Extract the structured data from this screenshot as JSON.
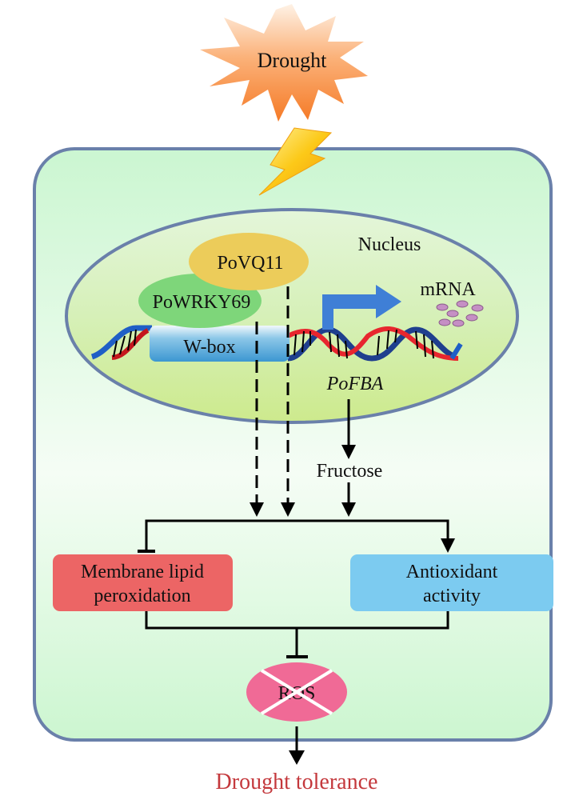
{
  "stimulus": {
    "label": "Drought"
  },
  "cell": {
    "nucleus_label": "Nucleus",
    "proteins": {
      "vq": "PoVQ11",
      "wrky": "PoWRKY69"
    },
    "promoter_element": "W-box",
    "gene": "PoFBA",
    "transcript": "mRNA",
    "metabolite": "Fructose",
    "outputs": {
      "inhibited": "Membrane lipid peroxidation",
      "inhibited_line1": "Membrane lipid",
      "inhibited_line2": "peroxidation",
      "promoted": "Antioxidant activity",
      "promoted_line1": "Antioxidant",
      "promoted_line2": "activity"
    },
    "ros": {
      "label": "ROS",
      "state": "suppressed"
    }
  },
  "outcome": {
    "label": "Drought tolerance"
  },
  "colors": {
    "cell_border": "#6a80aa",
    "cell_fill_top": "#cff5d3",
    "cell_fill_mid": "#f4fdf4",
    "nucleus_fill": "#d4ef9f",
    "vq_fill": "#eccc5a",
    "wrky_fill": "#7ed67a",
    "wbox_fill": "#4aa2d6",
    "arrow_blue": "#3f7fd6",
    "mrna_dots": "#c58fc4",
    "inhibited_box": "#ec6565",
    "promoted_box": "#7ccbf0",
    "ros_fill": "#f06a96",
    "outcome_text": "#c4383c",
    "starburst_top": "#fde7cf",
    "starburst_bottom": "#f7883a",
    "bolt": "#fcc315"
  }
}
